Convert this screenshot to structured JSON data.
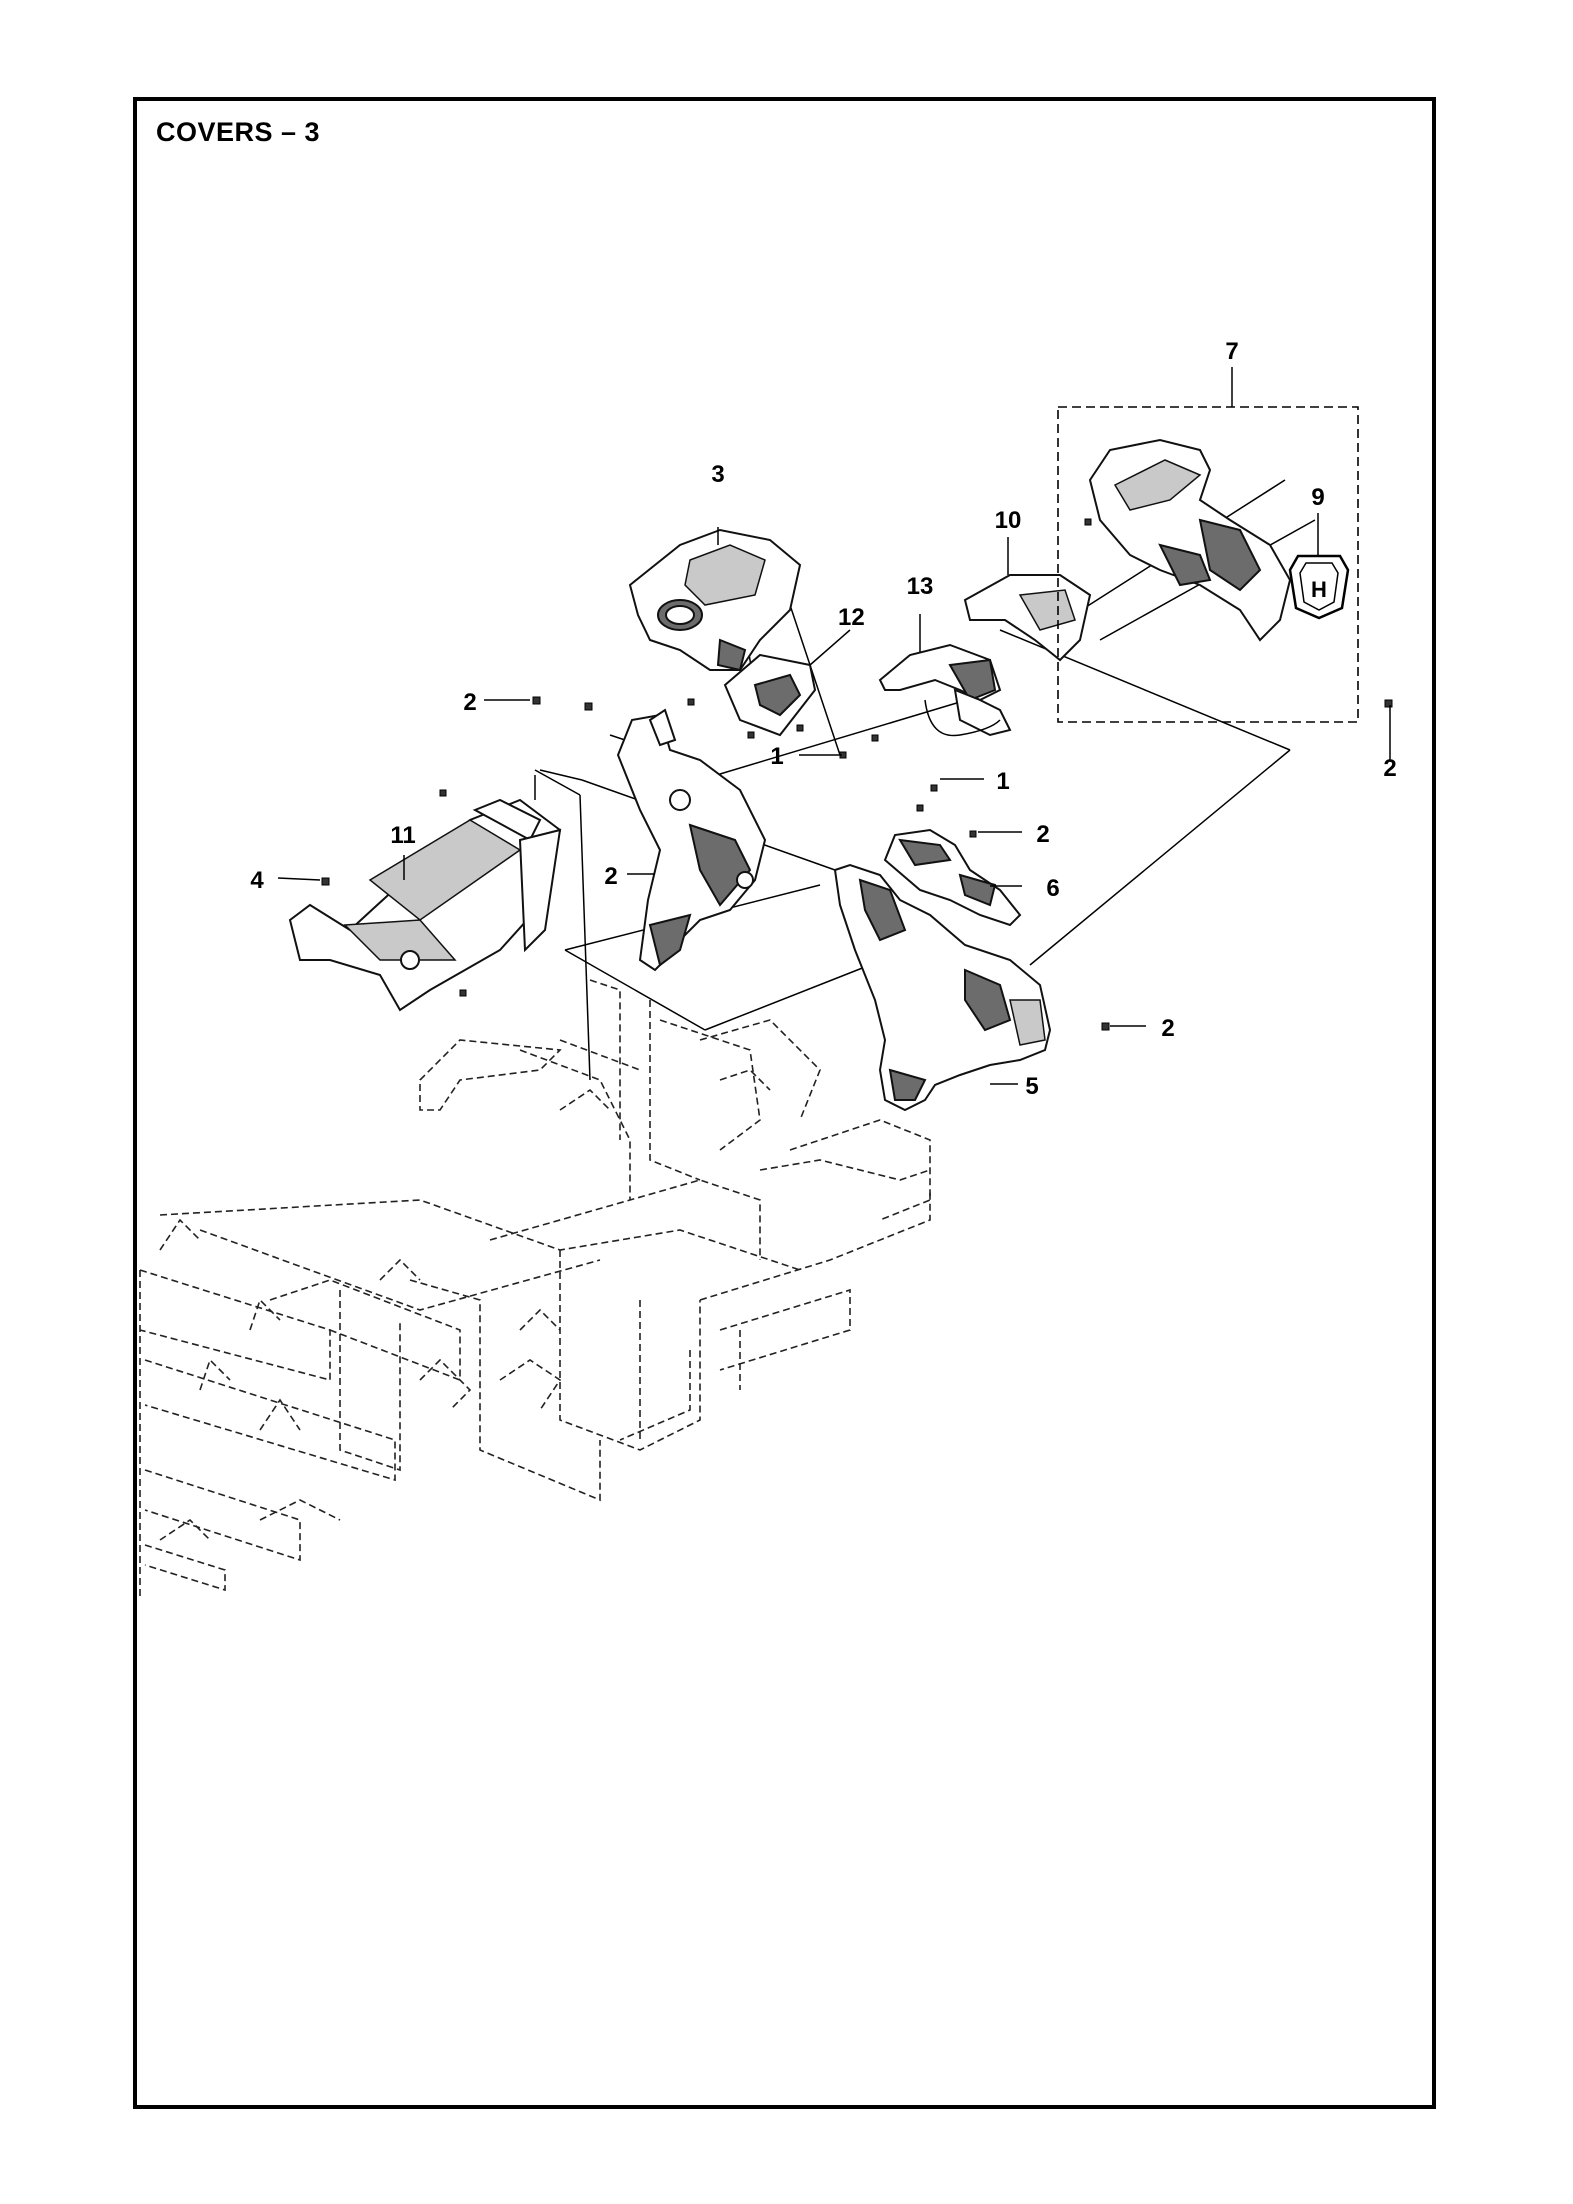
{
  "page": {
    "title": "COVERS – 3"
  },
  "callouts": [
    {
      "id": "c-7",
      "text": "7"
    },
    {
      "id": "c-9",
      "text": "9"
    },
    {
      "id": "c-3",
      "text": "3"
    },
    {
      "id": "c-10",
      "text": "10"
    },
    {
      "id": "c-12",
      "text": "12"
    },
    {
      "id": "c-13",
      "text": "13"
    },
    {
      "id": "c-2a",
      "text": "2"
    },
    {
      "id": "c-1a",
      "text": "1"
    },
    {
      "id": "c-1b",
      "text": "1"
    },
    {
      "id": "c-2b",
      "text": "2"
    },
    {
      "id": "c-11",
      "text": "11"
    },
    {
      "id": "c-2c",
      "text": "2"
    },
    {
      "id": "c-4",
      "text": "4"
    },
    {
      "id": "c-2d",
      "text": "2"
    },
    {
      "id": "c-6",
      "text": "6"
    },
    {
      "id": "c-2e",
      "text": "2"
    },
    {
      "id": "c-5",
      "text": "5"
    }
  ],
  "logo": {
    "letter": "H",
    "icon": "husqvarna-logo-icon"
  }
}
